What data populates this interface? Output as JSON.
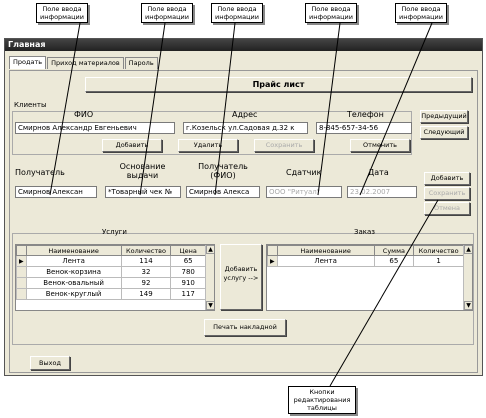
{
  "callouts": {
    "top": [
      "Поле ввода информации",
      "Поле ввода информации",
      "Поле ввода информации",
      "Поле ввода информации",
      "Поле ввода информации"
    ],
    "bottom": "Кнопки редактирования таблицы"
  },
  "window": {
    "title": "Главная"
  },
  "tabs": [
    "Продать",
    "Приход материалов",
    "Пароль"
  ],
  "header_button": "Прайс лист",
  "clients": {
    "group_label": "Клиенты",
    "fio_label": "ФИО",
    "fio_value": "Смирнов Александр Евгеньевич",
    "address_label": "Адрес",
    "address_value": "г.Козельск ул.Садовая д.32 к",
    "phone_label": "Телефон",
    "phone_value": "8-845-657-34-56",
    "buttons": {
      "prev": "Предыдущий",
      "next": "Следующий",
      "add": "Добавить",
      "delete": "Удалить",
      "save": "Сохранить",
      "cancel": "Отменить"
    }
  },
  "order": {
    "recipient_label": "Получатель",
    "recipient_value": "Смирнов Алексан",
    "basis_label": "Основание выдачи",
    "basis_value": "*Товарный чек №",
    "recipient_fio_label": "Получатель (ФИО)",
    "recipient_fio_value": "Смирнов Алекса",
    "sender_label": "Сдатчик",
    "sender_value": "ООО \"Ритуал\"",
    "date_label": "Дата",
    "date_value": "23.02.2007",
    "buttons": {
      "add": "Добавить",
      "save": "Сохранить",
      "cancel": "Отмена"
    }
  },
  "services": {
    "title": "Услуги",
    "columns": [
      "Наименование",
      "Количество",
      "Цена"
    ],
    "rows": [
      [
        "Лента",
        "114",
        "65"
      ],
      [
        "Венок-корзина",
        "32",
        "780"
      ],
      [
        "Венок-овальный",
        "92",
        "910"
      ],
      [
        "Венок-круглый",
        "149",
        "117"
      ]
    ]
  },
  "add_service_button": "Добавить услугу -->",
  "orderlist": {
    "title": "Заказ",
    "columns": [
      "Наименование",
      "Сумма",
      "Количество"
    ],
    "rows": [
      [
        "Лента",
        "65",
        "1"
      ]
    ]
  },
  "print_button": "Печать накладной",
  "exit_button": "Выход"
}
